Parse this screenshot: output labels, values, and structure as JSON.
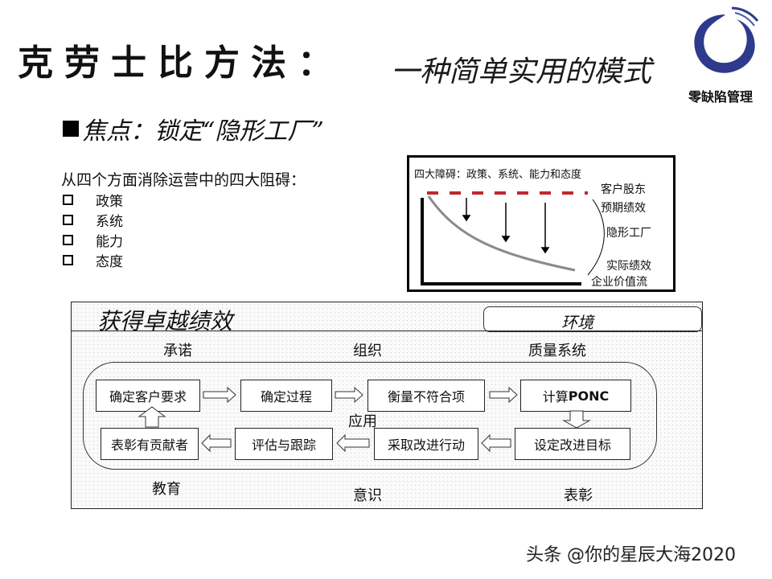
{
  "slide": {
    "title_main": "克劳士比方法：",
    "title_sub": "一种简单实用的模式",
    "logo": {
      "icon": "swirl-o-logo-icon",
      "text": "零缺陷管理",
      "color": "#2e3a8c"
    },
    "focus": {
      "bullet": "■",
      "text": "焦点：锁定“隐形工厂”"
    },
    "intro": "从四个方面消除运营中的四大阻碍：",
    "barriers": [
      "政策",
      "系统",
      "能力",
      "态度"
    ]
  },
  "gap_chart": {
    "title": "四大障碍：政策、系统、能力和态度",
    "expected_label_1": "客户股东",
    "expected_label_2": "预期绩效",
    "gap_label": "隐形工厂",
    "actual_label_1": "实际绩效",
    "actual_label_2": "企业价值流",
    "expected_line_color": "#c0272d",
    "actual_curve_color": "#8a8a8a"
  },
  "framework": {
    "title": "获得卓越绩效",
    "environment": "环境",
    "top_labels": [
      "承诺",
      "组织",
      "质量系统"
    ],
    "center_label": "应用",
    "bottom_labels": [
      "教育",
      "意识",
      "表彰"
    ],
    "top_row": [
      {
        "text": "确定客户要求"
      },
      {
        "text": "确定过程"
      },
      {
        "text": "衡量不符合项"
      },
      {
        "text_prefix": "计算",
        "text_bold": "PONC"
      }
    ],
    "bottom_row": [
      {
        "text": "表彰有贡献者"
      },
      {
        "text": "评估与跟踪"
      },
      {
        "text": "采取改进行动"
      },
      {
        "text": "设定改进目标"
      }
    ]
  },
  "watermark": "头条 @你的星辰大海2020"
}
